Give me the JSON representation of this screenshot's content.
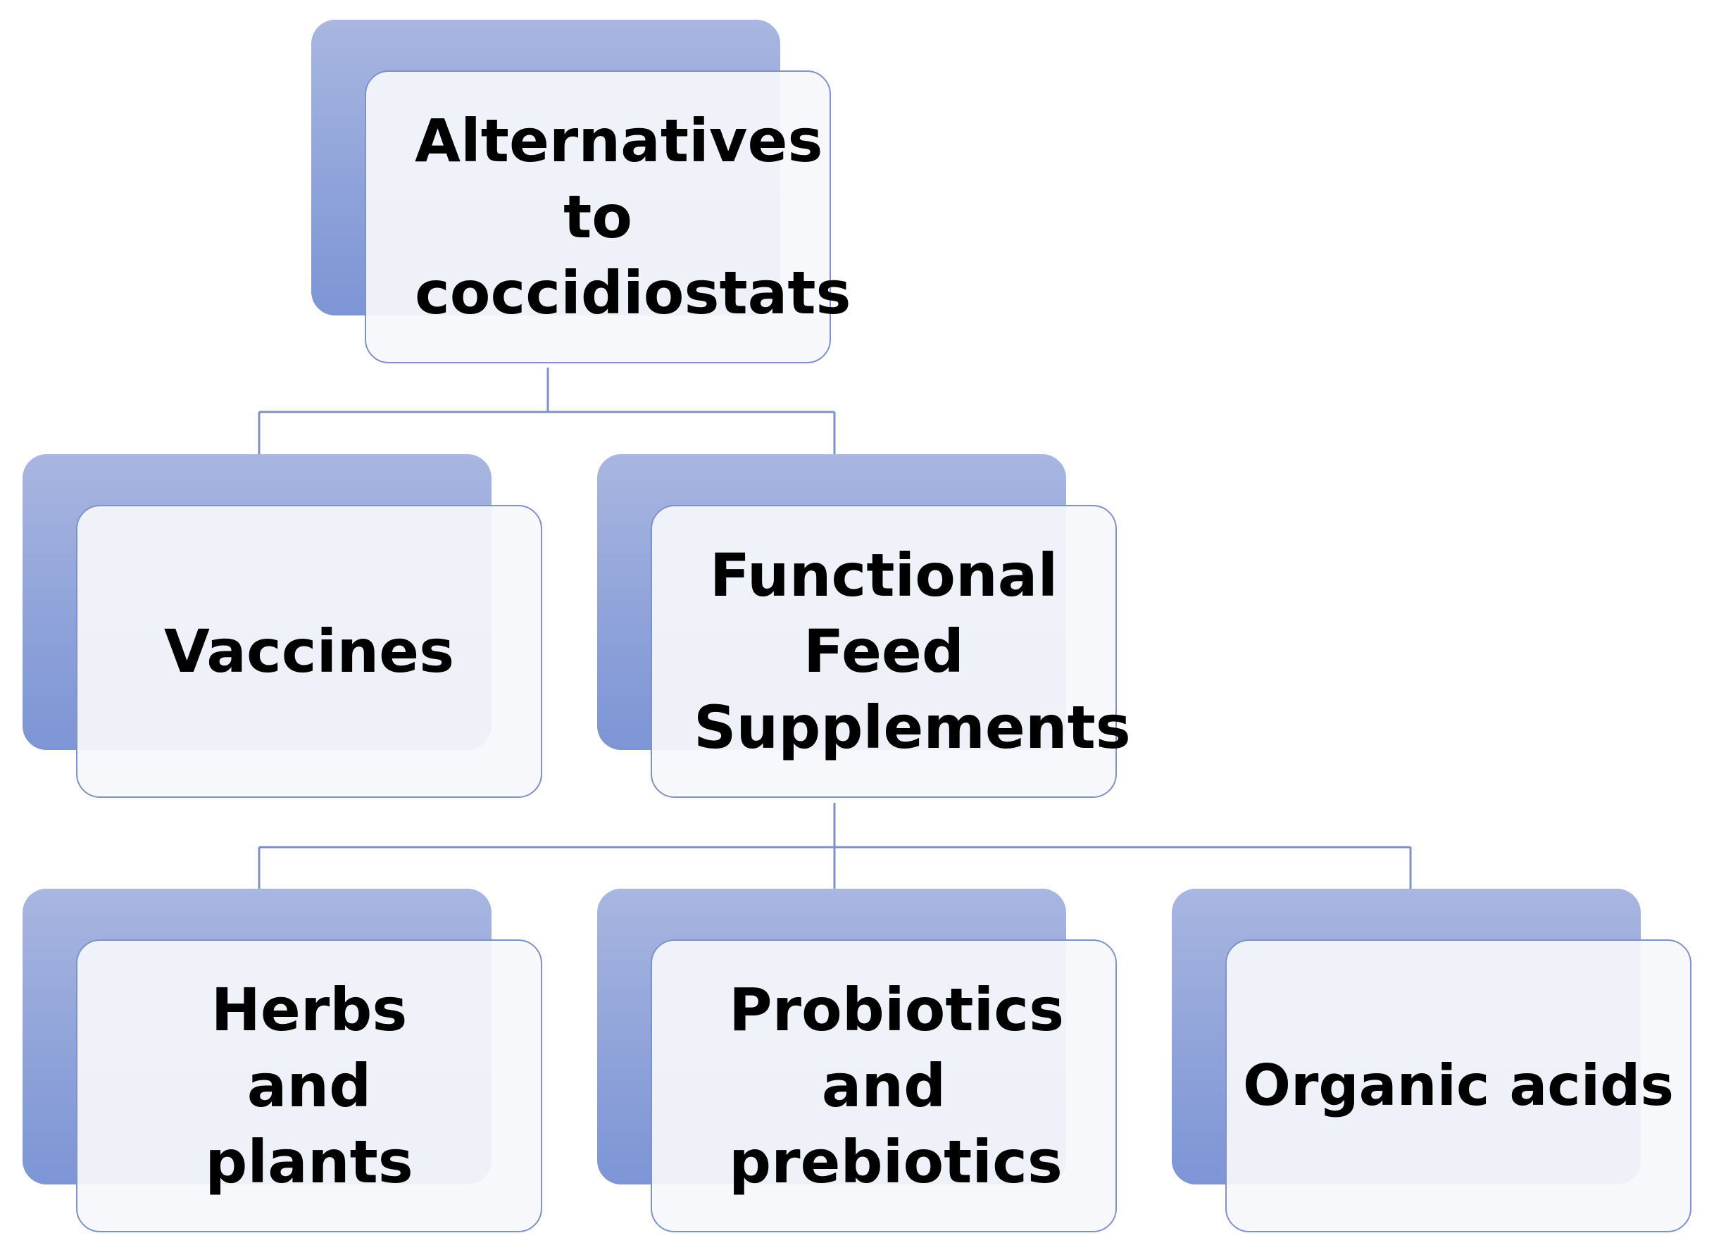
{
  "colors": {
    "back_card": "#8fa3da",
    "front_card": "#f6f7fb",
    "border": "#7f92c8",
    "connector": "#7f92c8",
    "text": "#000000"
  },
  "nodes": {
    "root": {
      "label": "Alternatives to coccidiostats"
    },
    "vaccines": {
      "label": "Vaccines"
    },
    "functional": {
      "label": "Functional Feed Supplements"
    },
    "herbs": {
      "label": "Herbs and plants"
    },
    "probiotics": {
      "label": "Probiotics and prebiotics"
    },
    "organic": {
      "label": "Organic acids"
    }
  },
  "edges": [
    {
      "from": "root",
      "to": "vaccines"
    },
    {
      "from": "root",
      "to": "functional"
    },
    {
      "from": "functional",
      "to": "herbs"
    },
    {
      "from": "functional",
      "to": "probiotics"
    },
    {
      "from": "functional",
      "to": "organic"
    }
  ]
}
